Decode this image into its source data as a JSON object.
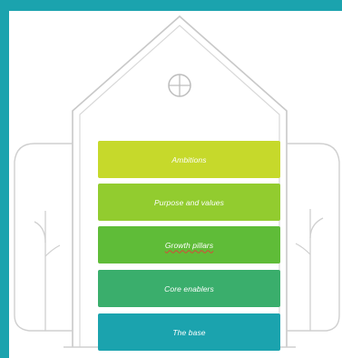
{
  "diagram": {
    "blocks": [
      {
        "label": "Ambitions",
        "color": "#c6d92b"
      },
      {
        "label": "Purpose and values",
        "color": "#92cc2f"
      },
      {
        "label": "Growth pillars",
        "color": "#5fbc38"
      },
      {
        "label": "Core enablers",
        "color": "#3aae6c"
      },
      {
        "label": "The base",
        "color": "#1ba3ae"
      }
    ],
    "icons": {
      "window": "round-window-icon",
      "trees": "tree-outline-icon"
    },
    "colors": {
      "frame": "#1ba3ae",
      "outline": "#c8c8c8"
    }
  }
}
